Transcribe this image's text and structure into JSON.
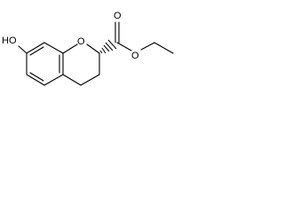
{
  "structure": {
    "hydroxyl_label": "HO",
    "ring_oxygen_label": "O",
    "carbonyl_oxygen_label": "O",
    "ester_oxygen_label": "O"
  },
  "colors": {
    "bond": "#000000",
    "background": "#ffffff"
  }
}
